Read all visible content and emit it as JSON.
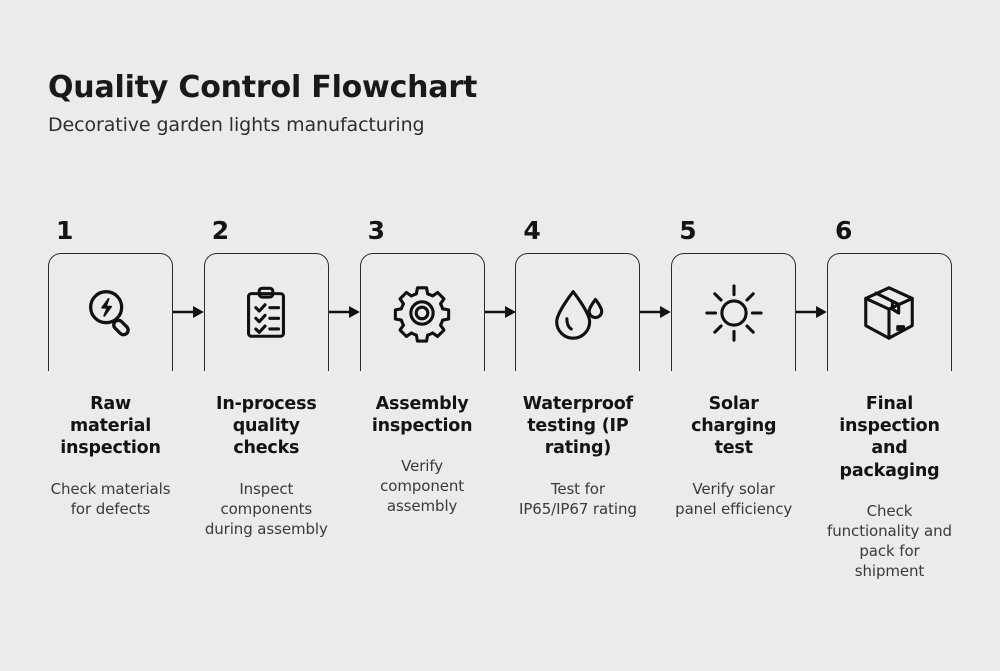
{
  "header": {
    "title": "Quality Control Flowchart",
    "subtitle": "Decorative garden lights manufacturing"
  },
  "colors": {
    "background": "#ebebeb",
    "ink": "#141414",
    "card_border": "#2b2b2b",
    "description_text": "#3a3a3a"
  },
  "flow": {
    "connector_icon": "arrow-right-icon",
    "steps": [
      {
        "number": "1",
        "icon": "magnifier-bolt-icon",
        "title": "Raw material inspection",
        "description": "Check materials for defects"
      },
      {
        "number": "2",
        "icon": "clipboard-checklist-icon",
        "title": "In-process quality checks",
        "description": "Inspect components during assembly"
      },
      {
        "number": "3",
        "icon": "gear-icon",
        "title": "Assembly inspection",
        "description": "Verify component assembly"
      },
      {
        "number": "4",
        "icon": "water-droplet-icon",
        "title": "Waterproof testing (IP rating)",
        "description": "Test for IP65/IP67 rating"
      },
      {
        "number": "5",
        "icon": "sun-icon",
        "title": "Solar charging test",
        "description": "Verify solar panel efficiency"
      },
      {
        "number": "6",
        "icon": "package-box-icon",
        "title": "Final inspection and packaging",
        "description": "Check functionality and pack for shipment"
      }
    ]
  }
}
